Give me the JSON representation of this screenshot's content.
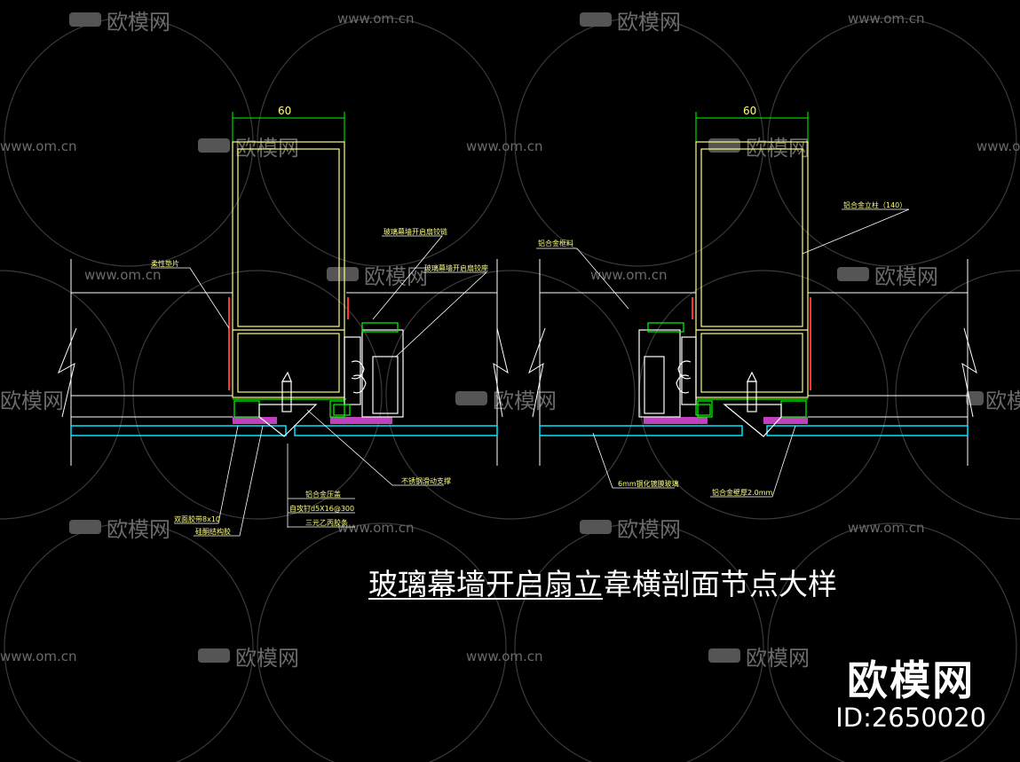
{
  "watermark": {
    "url_text": "www.om.cn",
    "logo_text": "欧模网"
  },
  "drawing": {
    "left_node": {
      "dimension": "60",
      "labels": {
        "resilient_pad": "柔性垫片",
        "frame_hinge_top": "玻璃幕墙开启扇铰链",
        "frame_hinge_side": "玻璃幕墙开启扇铰座",
        "stainless_bracket": "不锈钢滑动支撑",
        "alum_cover": "铝合金压盖",
        "self_tap_screw": "自攻钉d5X16@300",
        "dual_silicone": "双面胶带8x10",
        "sealant": "硅酮结构胶",
        "rubber_strip": "三元乙丙胶条"
      }
    },
    "right_node": {
      "dimension": "60",
      "labels": {
        "alum_mullion": "铝合金立柱（140）",
        "alum_sash": "铝合金框料",
        "glass": "6mm钢化镀膜玻璃",
        "alum_thickness": "铝合金壁厚2.0mm"
      }
    }
  },
  "title": {
    "underlined": "玻璃幕墙开启扇立",
    "rest": "韋横剖面节点大样"
  },
  "brand": {
    "name": "欧模网",
    "id": "ID:2650020"
  },
  "colors": {
    "frame": "#ffff80",
    "glass": "#00e5ff",
    "seal_red": "#ff3030",
    "seal_magenta": "#c040c0",
    "leader": "#ffffff",
    "gasket_green": "#00ff00",
    "watermark": "#6a6a6a"
  }
}
